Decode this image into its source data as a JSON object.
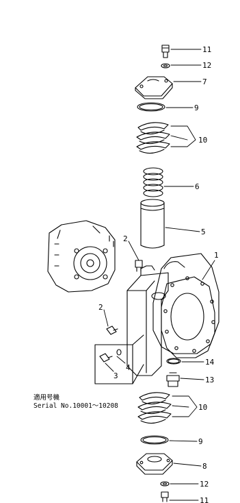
{
  "diagram": {
    "callouts": [
      {
        "id": "c11a",
        "label": "11"
      },
      {
        "id": "c12a",
        "label": "12"
      },
      {
        "id": "c7",
        "label": "7"
      },
      {
        "id": "c9a",
        "label": "9"
      },
      {
        "id": "c10a",
        "label": "10"
      },
      {
        "id": "c6",
        "label": "6"
      },
      {
        "id": "c5",
        "label": "5"
      },
      {
        "id": "c2a",
        "label": "2"
      },
      {
        "id": "c1",
        "label": "1"
      },
      {
        "id": "c2b",
        "label": "2"
      },
      {
        "id": "c4",
        "label": "4"
      },
      {
        "id": "c3",
        "label": "3"
      },
      {
        "id": "c14",
        "label": "14"
      },
      {
        "id": "c13",
        "label": "13"
      },
      {
        "id": "c10b",
        "label": "10"
      },
      {
        "id": "c9b",
        "label": "9"
      },
      {
        "id": "c8",
        "label": "8"
      },
      {
        "id": "c12b",
        "label": "12"
      },
      {
        "id": "c11b",
        "label": "11"
      }
    ],
    "caption": {
      "line1": "適用号機",
      "line2": "Serial No.10001～10208"
    }
  }
}
